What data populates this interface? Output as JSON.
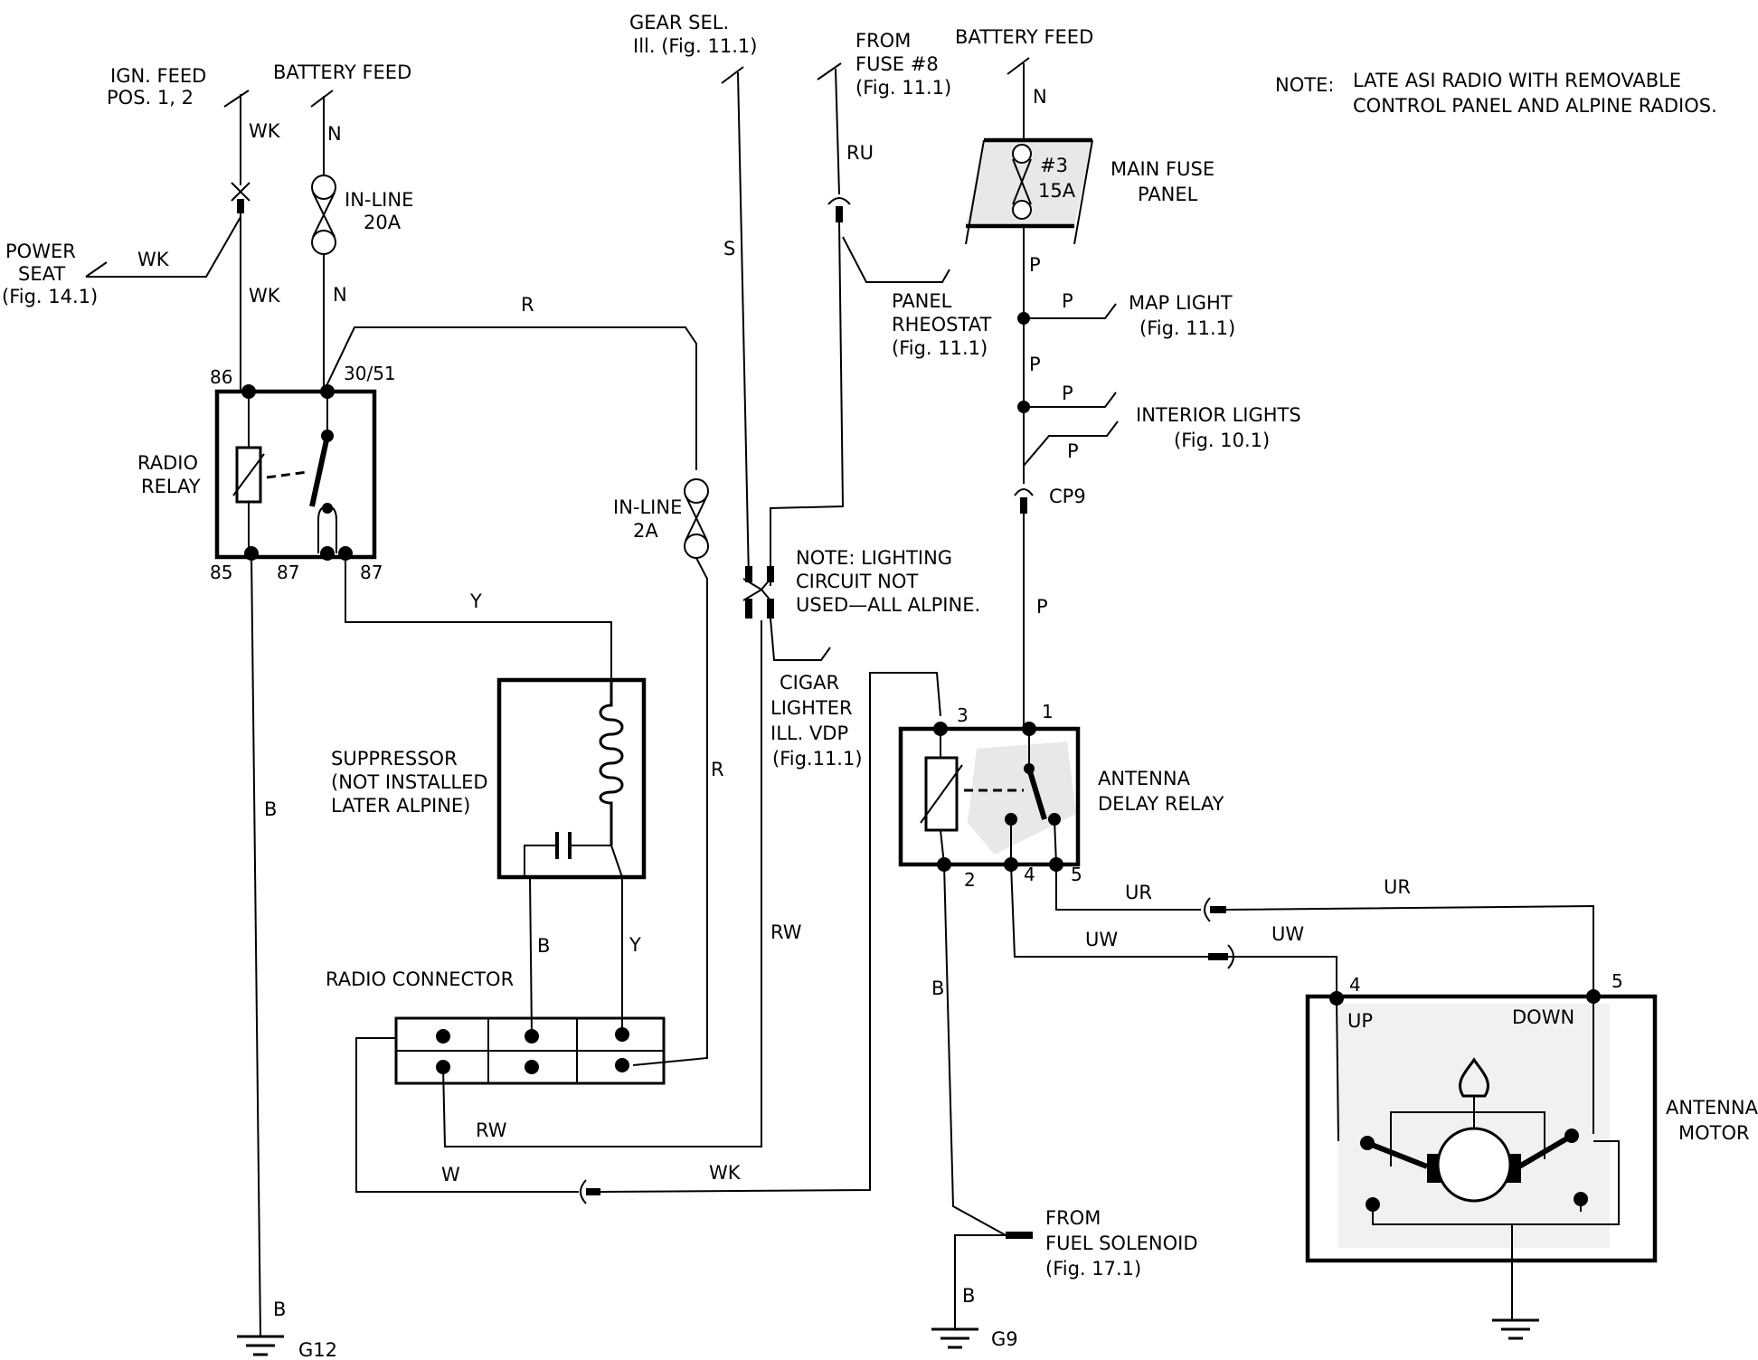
{
  "note": {
    "line1": "NOTE:",
    "line2": "LATE ASI RADIO WITH REMOVABLE",
    "line3": "CONTROL PANEL AND ALPINE RADIOS."
  },
  "labels": {
    "ign_feed_1": "IGN. FEED",
    "ign_feed_2": "POS. 1, 2",
    "battery_feed_left": "BATTERY FEED",
    "power_seat_1": "POWER",
    "power_seat_2": "SEAT",
    "power_seat_3": "(Fig. 14.1)",
    "inline20_1": "IN-LINE",
    "inline20_2": "20A",
    "radio_relay_1": "RADIO",
    "radio_relay_2": "RELAY",
    "gear_sel_1": "GEAR SEL.",
    "gear_sel_2": "Ill. (Fig. 11.1)",
    "from_fuse_1": "FROM",
    "from_fuse_2": "FUSE #8",
    "from_fuse_3": "(Fig. 11.1)",
    "battery_feed_right": "BATTERY FEED",
    "main_fuse_1": "MAIN FUSE",
    "main_fuse_2": "PANEL",
    "fuse_num": "#3",
    "fuse_amp": "15A",
    "panel_rheo_1": "PANEL",
    "panel_rheo_2": "RHEOSTAT",
    "panel_rheo_3": "(Fig. 11.1)",
    "map_light_1": "MAP LIGHT",
    "map_light_2": "(Fig. 11.1)",
    "interior_1": "INTERIOR LIGHTS",
    "interior_2": "(Fig. 10.1)",
    "cp9": "CP9",
    "inline2_1": "IN-LINE",
    "inline2_2": "2A",
    "lighting_note_1": "NOTE: LIGHTING",
    "lighting_note_2": "CIRCUIT NOT",
    "lighting_note_3": "USED—ALL ALPINE.",
    "cigar_1": "CIGAR",
    "cigar_2": "LIGHTER",
    "cigar_3": "ILL. VDP",
    "cigar_4": "(Fig.11.1)",
    "suppressor_1": "SUPPRESSOR",
    "suppressor_2": "(NOT INSTALLED",
    "suppressor_3": "LATER ALPINE)",
    "radio_connector": "RADIO CONNECTOR",
    "antenna_delay_1": "ANTENNA",
    "antenna_delay_2": "DELAY RELAY",
    "antenna_motor_1": "ANTENNA",
    "antenna_motor_2": "MOTOR",
    "up": "UP",
    "down": "DOWN",
    "from_fuel_1": "FROM",
    "from_fuel_2": "FUEL SOLENOID",
    "from_fuel_3": "(Fig. 17.1)",
    "g12": "G12",
    "g9": "G9"
  },
  "pins": {
    "p86": "86",
    "p30_51": "30/51",
    "p85": "85",
    "p87a": "87",
    "p87b": "87",
    "ad3": "3",
    "ad1": "1",
    "ad2": "2",
    "ad4": "4",
    "ad5": "5",
    "m4": "4",
    "m5": "5"
  },
  "wires": {
    "wk_top": "WK",
    "n_top": "N",
    "wk_seat": "WK",
    "wk_mid": "WK",
    "n_mid": "N",
    "r_top": "R",
    "s": "S",
    "ru": "RU",
    "n_fuse": "N",
    "p1": "P",
    "p_map": "P",
    "p2": "P",
    "p_int1": "P",
    "p_int2": "P",
    "p3": "P",
    "y_top": "Y",
    "b_left": "B",
    "r_mid": "R",
    "rw_mid": "RW",
    "b_supp": "B",
    "y_supp": "Y",
    "rw_low": "RW",
    "w_low": "W",
    "wk_low": "WK",
    "b_ant": "B",
    "ur1": "UR",
    "ur2": "UR",
    "uw1": "UW",
    "uw2": "UW",
    "b_g12": "B",
    "b_g9": "B"
  }
}
